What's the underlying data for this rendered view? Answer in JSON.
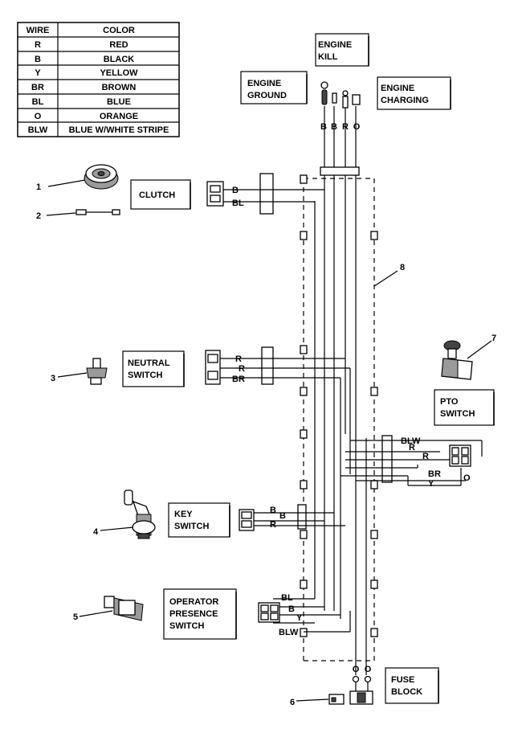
{
  "legend": {
    "headers": [
      "WIRE",
      "COLOR"
    ],
    "rows": [
      [
        "R",
        "RED"
      ],
      [
        "B",
        "BLACK"
      ],
      [
        "Y",
        "YELLOW"
      ],
      [
        "BR",
        "BROWN"
      ],
      [
        "BL",
        "BLUE"
      ],
      [
        "O",
        "ORANGE"
      ],
      [
        "BLW",
        "BLUE W/WHITE STRIPE"
      ]
    ]
  },
  "callouts": {
    "engine_kill": [
      "ENGINE",
      "KILL"
    ],
    "engine_ground": [
      "ENGINE",
      "GROUND"
    ],
    "engine_charging": [
      "ENGINE",
      "CHARGING"
    ],
    "clutch": [
      "CLUTCH"
    ],
    "neutral_switch": [
      "NEUTRAL",
      "SWITCH"
    ],
    "pto_switch": [
      "PTO",
      "SWITCH"
    ],
    "key_switch": [
      "KEY",
      "SWITCH"
    ],
    "operator_presence_switch": [
      "OPERATOR",
      "PRESENCE",
      "SWITCH"
    ],
    "fuse_block": [
      "FUSE",
      "BLOCK"
    ]
  },
  "part_numbers": [
    "1",
    "2",
    "3",
    "4",
    "5",
    "6",
    "7",
    "8"
  ],
  "wire_labels": {
    "top": [
      "B",
      "B",
      "R",
      "O"
    ],
    "clutch": [
      "B",
      "BL"
    ],
    "neutral": [
      "R",
      "R",
      "BR"
    ],
    "pto": [
      "BLW",
      "R",
      "R",
      "BR",
      "Y",
      "O"
    ],
    "key": [
      "B",
      "B",
      "R"
    ],
    "operator": [
      "BL",
      "B",
      "Y",
      "BLW"
    ],
    "fuse": [
      "O",
      "O"
    ]
  }
}
